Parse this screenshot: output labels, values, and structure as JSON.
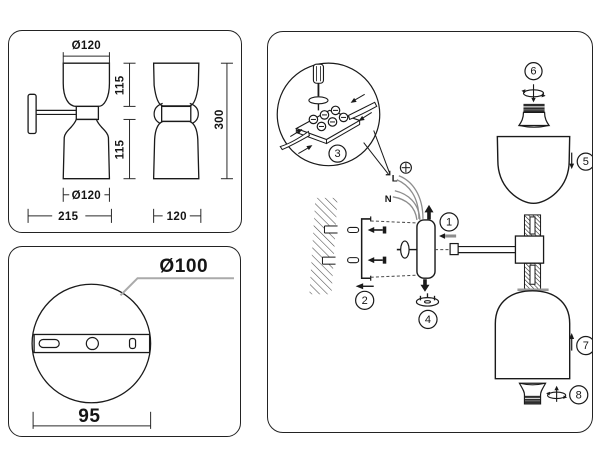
{
  "front_view": {
    "top_diameter": "Ø120",
    "upper_shade_height": "115",
    "lower_shade_height": "115",
    "bottom_diameter": "Ø120",
    "overall_width": "215"
  },
  "side_view": {
    "overall_height": "300",
    "width": "120"
  },
  "base_plate": {
    "diameter": "Ø100",
    "mounting_width": "95"
  },
  "assembly": {
    "wire_labels": {
      "live": "L",
      "neutral": "N"
    },
    "steps": [
      "1",
      "2",
      "3",
      "4",
      "5",
      "6",
      "7",
      "8"
    ]
  },
  "colors": {
    "line": "#1a1a1a",
    "gray_leader": "#aaaaaa",
    "wire_gray": "#8d8d8d"
  }
}
